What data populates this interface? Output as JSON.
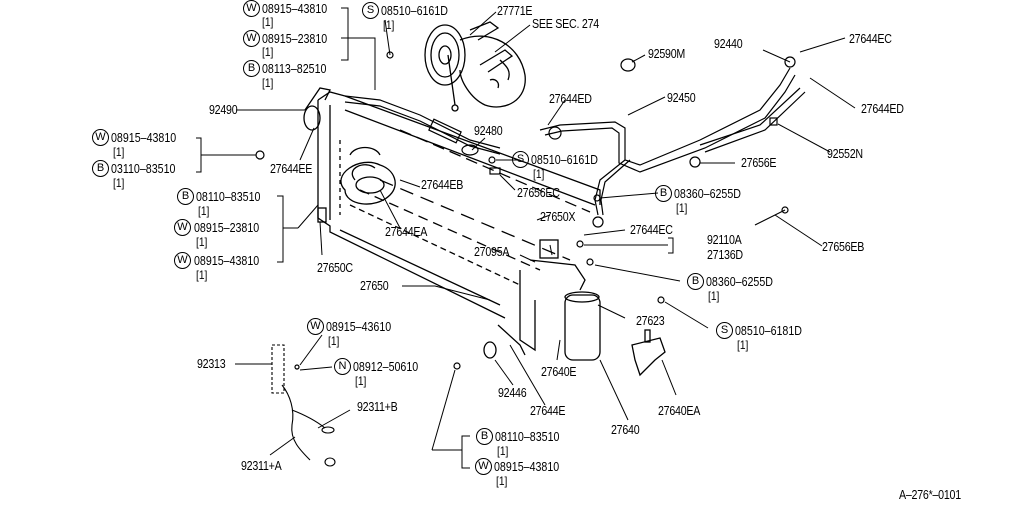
{
  "diagram": {
    "figure_code": "A–276*–0101",
    "reference_note": "SEE SEC. 274",
    "colors": {
      "ink": "#000000",
      "paper": "#ffffff"
    },
    "fastener_groups": [
      {
        "id": "top-left",
        "items": [
          {
            "type": "W",
            "code": "08915–43810",
            "qty": "[1]"
          },
          {
            "type": "W",
            "code": "08915–23810",
            "qty": "[1]"
          },
          {
            "type": "B",
            "code": "08113–82510",
            "qty": "[1]"
          }
        ]
      },
      {
        "id": "top-center",
        "items": [
          {
            "type": "S",
            "code": "08510–6161D",
            "qty": "[1]"
          }
        ]
      },
      {
        "id": "left-upper",
        "items": [
          {
            "type": "W",
            "code": "08915–43810",
            "qty": "[1]"
          },
          {
            "type": "B",
            "code": "03110–83510",
            "qty": "[1]"
          }
        ]
      },
      {
        "id": "left-middle",
        "items": [
          {
            "type": "B",
            "code": "08110–83510",
            "qty": "[1]"
          },
          {
            "type": "W",
            "code": "08915–23810",
            "qty": "[1]"
          },
          {
            "type": "W",
            "code": "08915–43810",
            "qty": "[1]"
          }
        ]
      },
      {
        "id": "center-hose",
        "items": [
          {
            "type": "S",
            "code": "08510–6161D",
            "qty": "[1]"
          }
        ]
      },
      {
        "id": "right-upper",
        "items": [
          {
            "type": "B",
            "code": "08360–6255D",
            "qty": "[1]"
          }
        ]
      },
      {
        "id": "right-middle",
        "items": [
          {
            "type": "B",
            "code": "08360–6255D",
            "qty": "[1]"
          }
        ]
      },
      {
        "id": "right-lower",
        "items": [
          {
            "type": "S",
            "code": "08510–6181D",
            "qty": "[1]"
          }
        ]
      },
      {
        "id": "harness",
        "items": [
          {
            "type": "W",
            "code": "08915–43610",
            "qty": "[1]"
          },
          {
            "type": "N",
            "code": "08912–50610",
            "qty": "[1]"
          }
        ]
      },
      {
        "id": "bottom",
        "items": [
          {
            "type": "B",
            "code": "08110–83510",
            "qty": "[1]"
          },
          {
            "type": "W",
            "code": "08915–43810",
            "qty": "[1]"
          }
        ]
      }
    ],
    "part_labels": {
      "p27771E": "27771E",
      "p92590M": "92590M",
      "p92440": "92440",
      "p27644EC_top": "27644EC",
      "p27644ED_right": "27644ED",
      "p92490": "92490",
      "p27644ED_center": "27644ED",
      "p92450": "92450",
      "p92480": "92480",
      "p92552N": "92552N",
      "p27644EE": "27644EE",
      "p27656E": "27656E",
      "p27644EB": "27644EB",
      "p27656EC": "27656EC",
      "p27650X": "27650X",
      "p27644EA": "27644EA",
      "p27644EC_mid": "27644EC",
      "p92110A": "92110A",
      "p27136D": "27136D",
      "p27656EB": "27656EB",
      "p27095A": "27095A",
      "p27650C": "27650C",
      "p27650": "27650",
      "p27623": "27623",
      "p92313": "92313",
      "p27640E": "27640E",
      "p92446": "92446",
      "p27644E": "27644E",
      "p27640EA": "27640EA",
      "p27640": "27640",
      "p92311B": "92311+B",
      "p92311A": "92311+A"
    }
  }
}
